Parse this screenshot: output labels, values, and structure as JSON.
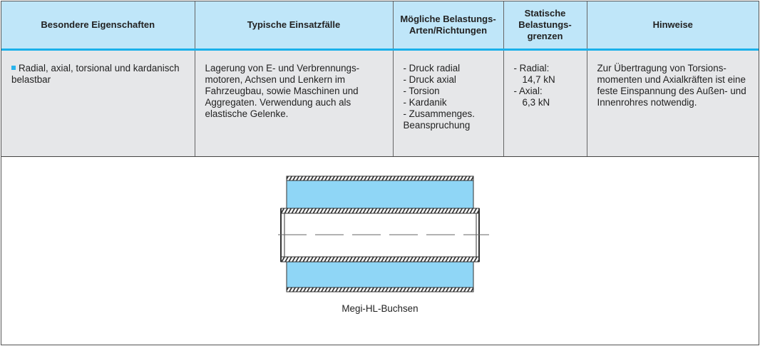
{
  "headers": [
    "Besondere Eigenschaften",
    "Typische Einsatzfälle",
    "Mögliche Belastungs-Arten/Richtungen",
    "Statische Belastungs-grenzen",
    "Hinweise"
  ],
  "row": {
    "eigenschaften": "Radial, axial, torsional und kardanisch belastbar",
    "einsatz": "Lagerung von E- und Verbrennungs-motoren, Achsen und Lenkern im Fahrzeugbau, sowie Maschinen und Aggregaten. Verwendung auch als elastische Gelenke.",
    "arten": [
      "- Druck radial",
      "- Druck axial",
      "- Torsion",
      "- Kardanik",
      "- Zusammenges. Beanspruchung"
    ],
    "grenzen": [
      "- Radial:",
      "14,7 kN",
      "- Axial:",
      "6,3 kN"
    ],
    "hinweise": "Zur Übertragung von Torsions-momenten und Axialkräften ist eine feste Einspannung des Außen- und Innenrohres notwendig."
  },
  "figure": {
    "caption": "Megi-HL-Buchsen",
    "rubber_color": "#8fd6f6"
  }
}
